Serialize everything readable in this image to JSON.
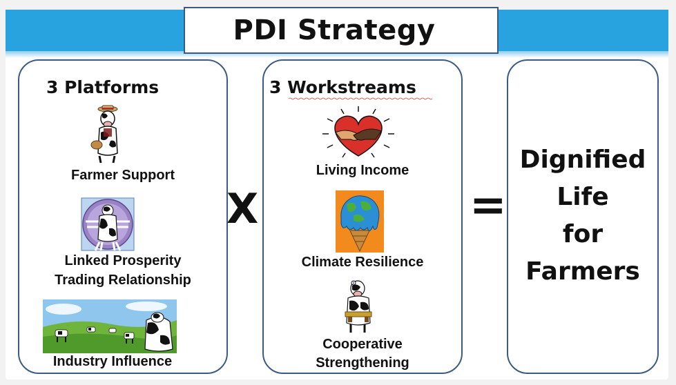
{
  "title": "PDI Strategy",
  "platforms": {
    "heading": "3 Platforms",
    "items": [
      {
        "label": "Farmer Support"
      },
      {
        "label_line1": "Linked Prosperity",
        "label_line2": "Trading Relationship"
      },
      {
        "label": "Industry Influence"
      }
    ]
  },
  "operator_multiply": "X",
  "workstreams": {
    "heading": "3 Workstreams",
    "items": [
      {
        "label": "Living Income"
      },
      {
        "label": "Climate Resilience"
      },
      {
        "label_line1": "Cooperative",
        "label_line2": "Strengthening"
      }
    ]
  },
  "operator_equals": "=",
  "result": {
    "lines": [
      "Dignified",
      "Life",
      "for",
      "Farmers"
    ]
  },
  "colors": {
    "band": "#29a3e0",
    "border": "#3b5a82",
    "heart": "#d9302a",
    "earth_water": "#2b8fd6"
  },
  "icons": [
    "farmer-cow-icon",
    "vitruvian-cow-icon",
    "pasture-cows-icon",
    "handshake-heart-icon",
    "melting-earth-cone-icon",
    "tool-belt-cow-icon"
  ]
}
